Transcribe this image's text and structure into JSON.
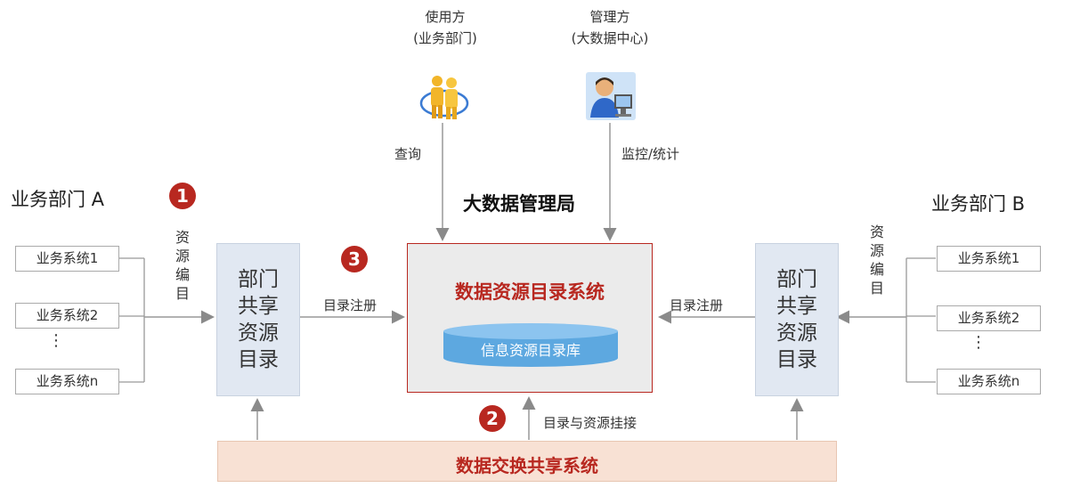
{
  "top": {
    "user": {
      "line1": "使用方",
      "line2": "(业务部门)",
      "icon": "users-icon"
    },
    "admin": {
      "line1": "管理方",
      "line2": "(大数据中心)",
      "icon": "admin-computer-icon"
    },
    "query_label": "查询",
    "monitor_label": "监控/统计"
  },
  "bureau_title": "大数据管理局",
  "dept_a": {
    "title": "业务部门 A",
    "systems": [
      "业务系统1",
      "业务系统2",
      "业务系统n"
    ],
    "ellipsis": "⋮",
    "catalog_steps": "资源编目",
    "box_text": "部门共享资源目录"
  },
  "dept_b": {
    "title": "业务部门 B",
    "systems": [
      "业务系统1",
      "业务系统2",
      "业务系统n"
    ],
    "ellipsis": "⋮",
    "catalog_steps": "资源编目",
    "box_text": "部门共享资源目录"
  },
  "center": {
    "title": "数据资源目录系统",
    "db_label": "信息资源目录库"
  },
  "register_left": "目录注册",
  "register_right": "目录注册",
  "mount_label": "目录与资源挂接",
  "exchange": "数据交换共享系统",
  "badges": [
    "1",
    "2",
    "3"
  ],
  "colors": {
    "accent_red": "#b82820",
    "panel_blue": "#e1e8f2",
    "db_blue": "#5da8e0",
    "exchange_bg": "#f8e1d4"
  }
}
